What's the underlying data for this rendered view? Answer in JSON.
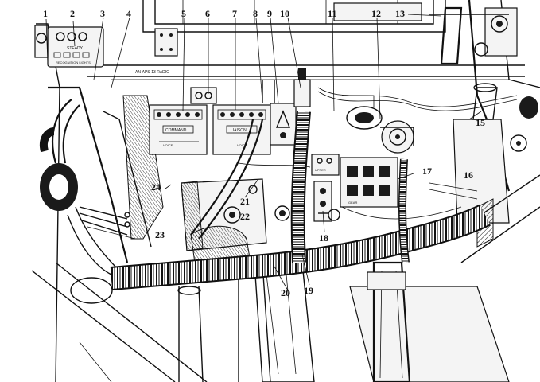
{
  "callouts": [
    "1",
    "2",
    "3",
    "4",
    "5",
    "6",
    "7",
    "8",
    "9",
    "10",
    "11",
    "12",
    "13",
    "15",
    "16",
    "17",
    "18",
    "19",
    "20",
    "21",
    "22",
    "23",
    "24"
  ],
  "panel_texts": {
    "recognition_lights": "RECOGNITION LIGHTS",
    "steady": "STEADY",
    "radio_label": "AN-APS-13 RADIO",
    "command_label": "COMMAND",
    "liaison_label": "LIAISON",
    "voice_left": "VOICE",
    "voice_right": "VOICE",
    "gear_label": "GEAR",
    "upper_label": "UPPER"
  }
}
